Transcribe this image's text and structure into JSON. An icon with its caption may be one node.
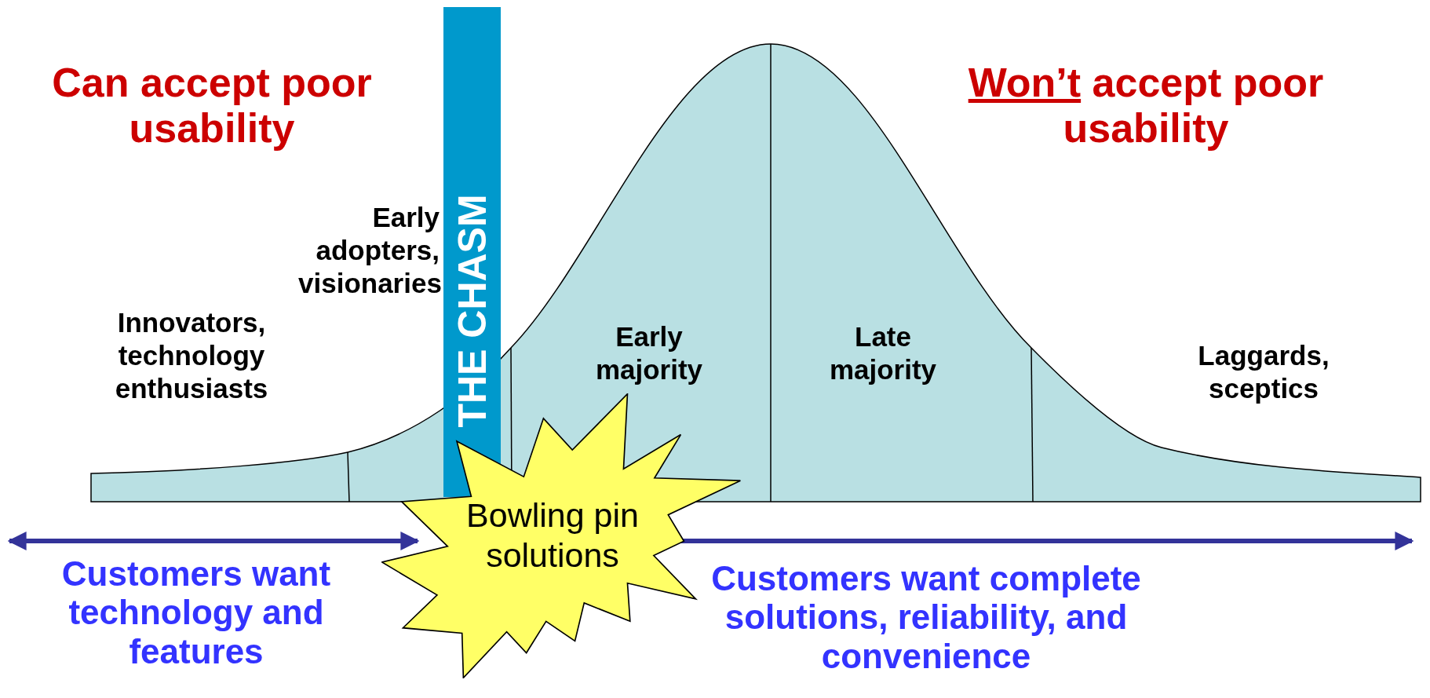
{
  "diagram": {
    "nodes": [
      {
        "text": [
          "THE CHASM"
        ]
      },
      {
        "text": [
          "Bowling pin solutions"
        ]
      }
    ],
    "labels": [
      "Can accept poor usability",
      "Won’t accept poor usability",
      "Early adopters, visionaries",
      "Innovators, technology enthusiasts",
      "Early majority",
      "Late majority",
      "Laggards, sceptics",
      "Customers want technology and features",
      "Customers want complete solutions, reliability, and convenience"
    ]
  }
}
